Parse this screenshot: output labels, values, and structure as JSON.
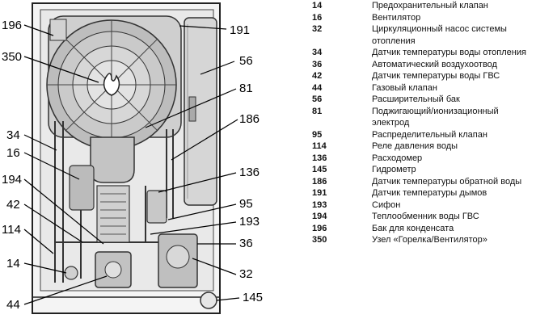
{
  "callouts": {
    "c196": "196",
    "c191": "191",
    "c350": "350",
    "c56": "56",
    "c81": "81",
    "c34": "34",
    "c186": "186",
    "c16": "16",
    "c136": "136",
    "c194": "194",
    "c95": "95",
    "c42": "42",
    "c193": "193",
    "c114": "114",
    "c36": "36",
    "c14": "14",
    "c32": "32",
    "c44": "44",
    "c145": "145"
  },
  "legend": [
    {
      "num": "14",
      "desc": "Предохранительный клапан"
    },
    {
      "num": "16",
      "desc": "Вентилятор"
    },
    {
      "num": "32",
      "desc": "Циркуляционный насос системы отопления"
    },
    {
      "num": "34",
      "desc": "Датчик температуры воды отопления"
    },
    {
      "num": "36",
      "desc": "Автоматический воздухоотвод"
    },
    {
      "num": "42",
      "desc": "Датчик температуры воды ГВС"
    },
    {
      "num": "44",
      "desc": "Газовый клапан"
    },
    {
      "num": "56",
      "desc": "Расширительный бак"
    },
    {
      "num": "81",
      "desc": "Поджигающий/ионизационный электрод"
    },
    {
      "num": "95",
      "desc": "Распределительный клапан"
    },
    {
      "num": "114",
      "desc": "Реле давления воды"
    },
    {
      "num": "136",
      "desc": "Расходомер"
    },
    {
      "num": "145",
      "desc": "Гидрометр"
    },
    {
      "num": "186",
      "desc": "Датчик температуры обратной воды"
    },
    {
      "num": "191",
      "desc": "Датчик температуры дымов"
    },
    {
      "num": "193",
      "desc": "Сифон"
    },
    {
      "num": "194",
      "desc": "Теплообменник воды ГВС"
    },
    {
      "num": "196",
      "desc": "Бак для конденсата"
    },
    {
      "num": "350",
      "desc": "Узел «Горелка/Вентилятор»"
    }
  ]
}
